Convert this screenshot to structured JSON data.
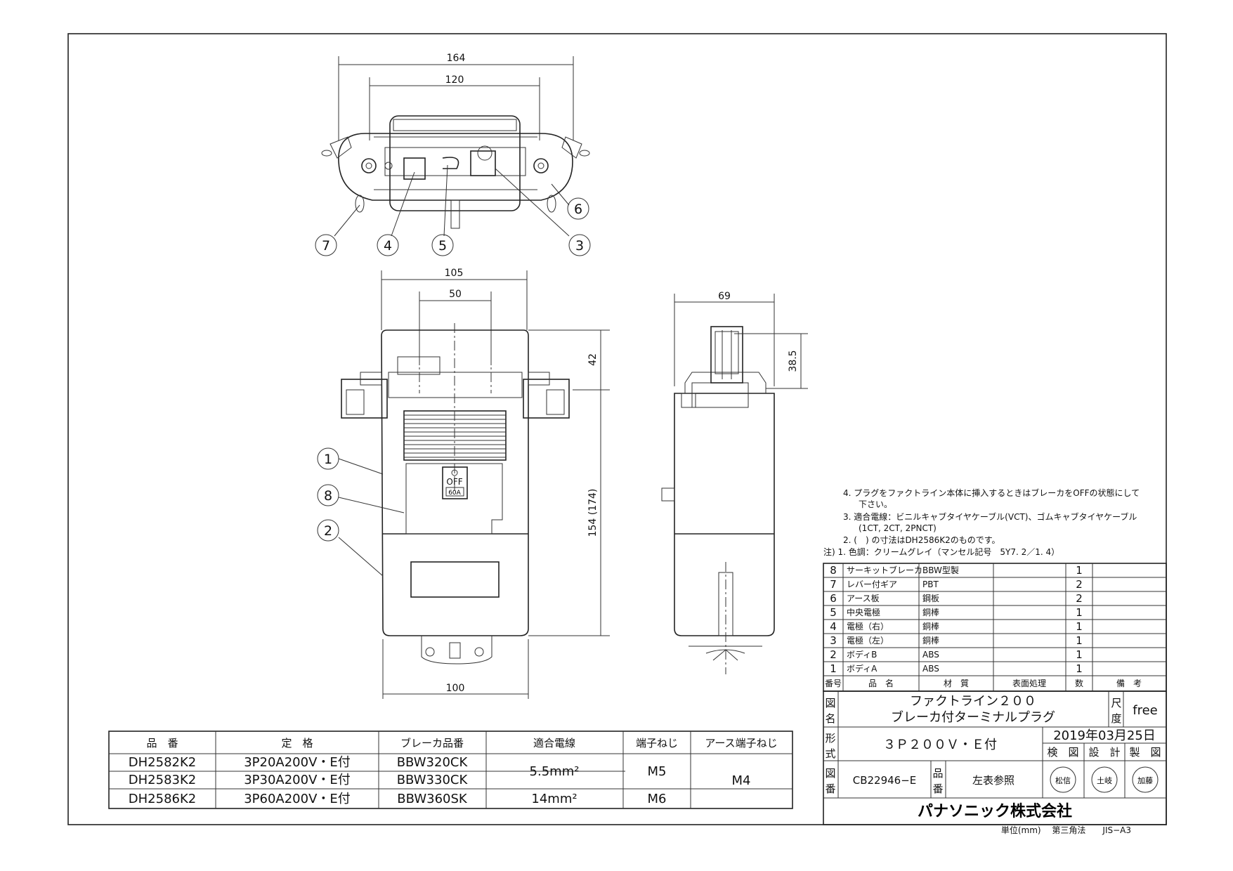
{
  "dimensions": {
    "top_164": "164",
    "top_120": "120",
    "front_105": "105",
    "front_50": "50",
    "front_100": "100",
    "front_42": "42",
    "front_154": "154 (174)",
    "side_69": "69",
    "side_38_5": "38.5"
  },
  "balloons": [
    "1",
    "2",
    "3",
    "4",
    "5",
    "6",
    "7",
    "8"
  ],
  "switch_labels": {
    "off": "OFF",
    "rating": "60A"
  },
  "notes": [
    "4. プラグをファクトライン本体に挿入するときはブレーカをOFFの状態にして",
    "下さい。",
    "3. 適合電線：ビニルキャブタイヤケーブル(VCT)、ゴムキャブタイヤケーブル",
    "(1CT, 2CT, 2PNCT)",
    "2. (　) の寸法はDH2586K2のものです。",
    "注) 1. 色調：クリームグレイ（マンセル記号　5Y7. 2／1. 4）"
  ],
  "parts_table": {
    "rows": [
      {
        "no": "8",
        "name": "サーキットブレーカ",
        "material": "BBW型製",
        "finish": "",
        "qty": "1",
        "remarks": ""
      },
      {
        "no": "7",
        "name": "レバー付ギア",
        "material": "PBT",
        "finish": "",
        "qty": "2",
        "remarks": ""
      },
      {
        "no": "6",
        "name": "アース板",
        "material": "鋼板",
        "finish": "",
        "qty": "2",
        "remarks": ""
      },
      {
        "no": "5",
        "name": "中央電極",
        "material": "銅棒",
        "finish": "",
        "qty": "1",
        "remarks": ""
      },
      {
        "no": "4",
        "name": "電極（右）",
        "material": "銅棒",
        "finish": "",
        "qty": "1",
        "remarks": ""
      },
      {
        "no": "3",
        "name": "電極（左）",
        "material": "銅棒",
        "finish": "",
        "qty": "1",
        "remarks": ""
      },
      {
        "no": "2",
        "name": "ボディB",
        "material": "ABS",
        "finish": "",
        "qty": "1",
        "remarks": ""
      },
      {
        "no": "1",
        "name": "ボディA",
        "material": "ABS",
        "finish": "",
        "qty": "1",
        "remarks": ""
      }
    ],
    "header": {
      "no": "番号",
      "name": "品　名",
      "material": "材　質",
      "finish": "表面処理",
      "qty": "数",
      "remarks": "備　考"
    }
  },
  "title_block": {
    "name_label_1": "図",
    "name_label_2": "名",
    "title_line1": "ファクトライン２００",
    "title_line2": "ブレーカ付ターミナルプラグ",
    "scale_label_1": "尺",
    "scale_label_2": "度",
    "scale_value": "free",
    "type_label_1": "形",
    "type_label_2": "式",
    "type_value": "３Ｐ２００Ｖ・Ｅ付",
    "date": "2019年03月25日",
    "roles": [
      "検　図",
      "設　計",
      "製　図"
    ],
    "drawing_no_label_1": "図",
    "drawing_no_label_2": "番",
    "drawing_no": "CB22946−E",
    "part_no_label_1": "品",
    "part_no_label_2": "番",
    "part_no_value": "左表参照",
    "stamps": [
      "松信",
      "土岐",
      "加藤"
    ],
    "company": "パナソニック株式会社",
    "footer": "単位(mm)　 第三角法　　JIS−A3"
  },
  "spec_table": {
    "headers": [
      "品　番",
      "定　格",
      "ブレーカ品番",
      "適合電線",
      "端子ねじ",
      "アース端子ねじ"
    ],
    "rows": [
      [
        "DH2582K2",
        "3P20A200V・E付",
        "BBW320CK"
      ],
      [
        "DH2583K2",
        "3P30A200V・E付",
        "BBW330CK"
      ],
      [
        "DH2586K2",
        "3P60A200V・E付",
        "BBW360SK"
      ]
    ],
    "wire_5_5": "5.5mm²",
    "wire_14": "14mm²",
    "screw_m5": "M5",
    "screw_m6": "M6",
    "earth_m4": "M4"
  }
}
